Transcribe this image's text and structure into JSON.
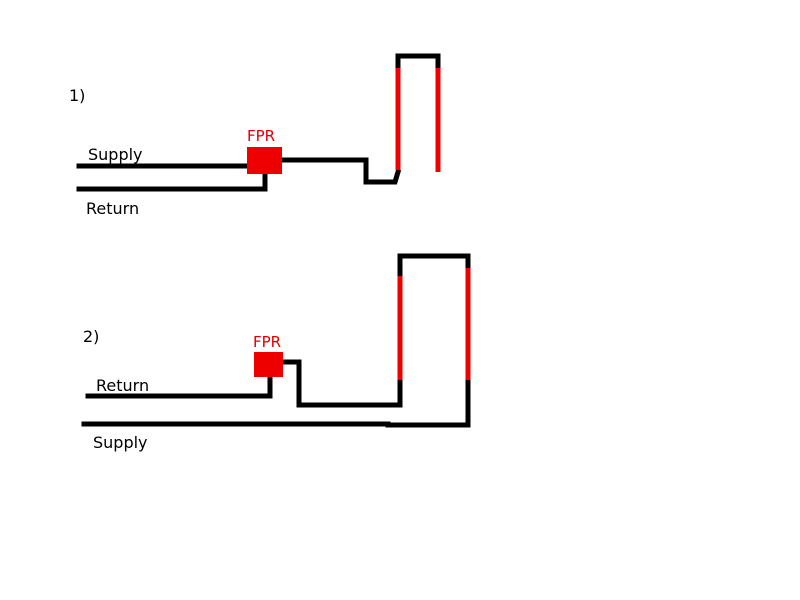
{
  "colors": {
    "pipe": "#000000",
    "fpr": "#ee0000",
    "heated_section": "#ee0000",
    "background": "#ffffff"
  },
  "diagram_1": {
    "number_label": "1)",
    "supply_label": "Supply",
    "return_label": "Return",
    "fpr_label": "FPR"
  },
  "diagram_2": {
    "number_label": "2)",
    "supply_label": "Supply",
    "return_label": "Return",
    "fpr_label": "FPR"
  }
}
